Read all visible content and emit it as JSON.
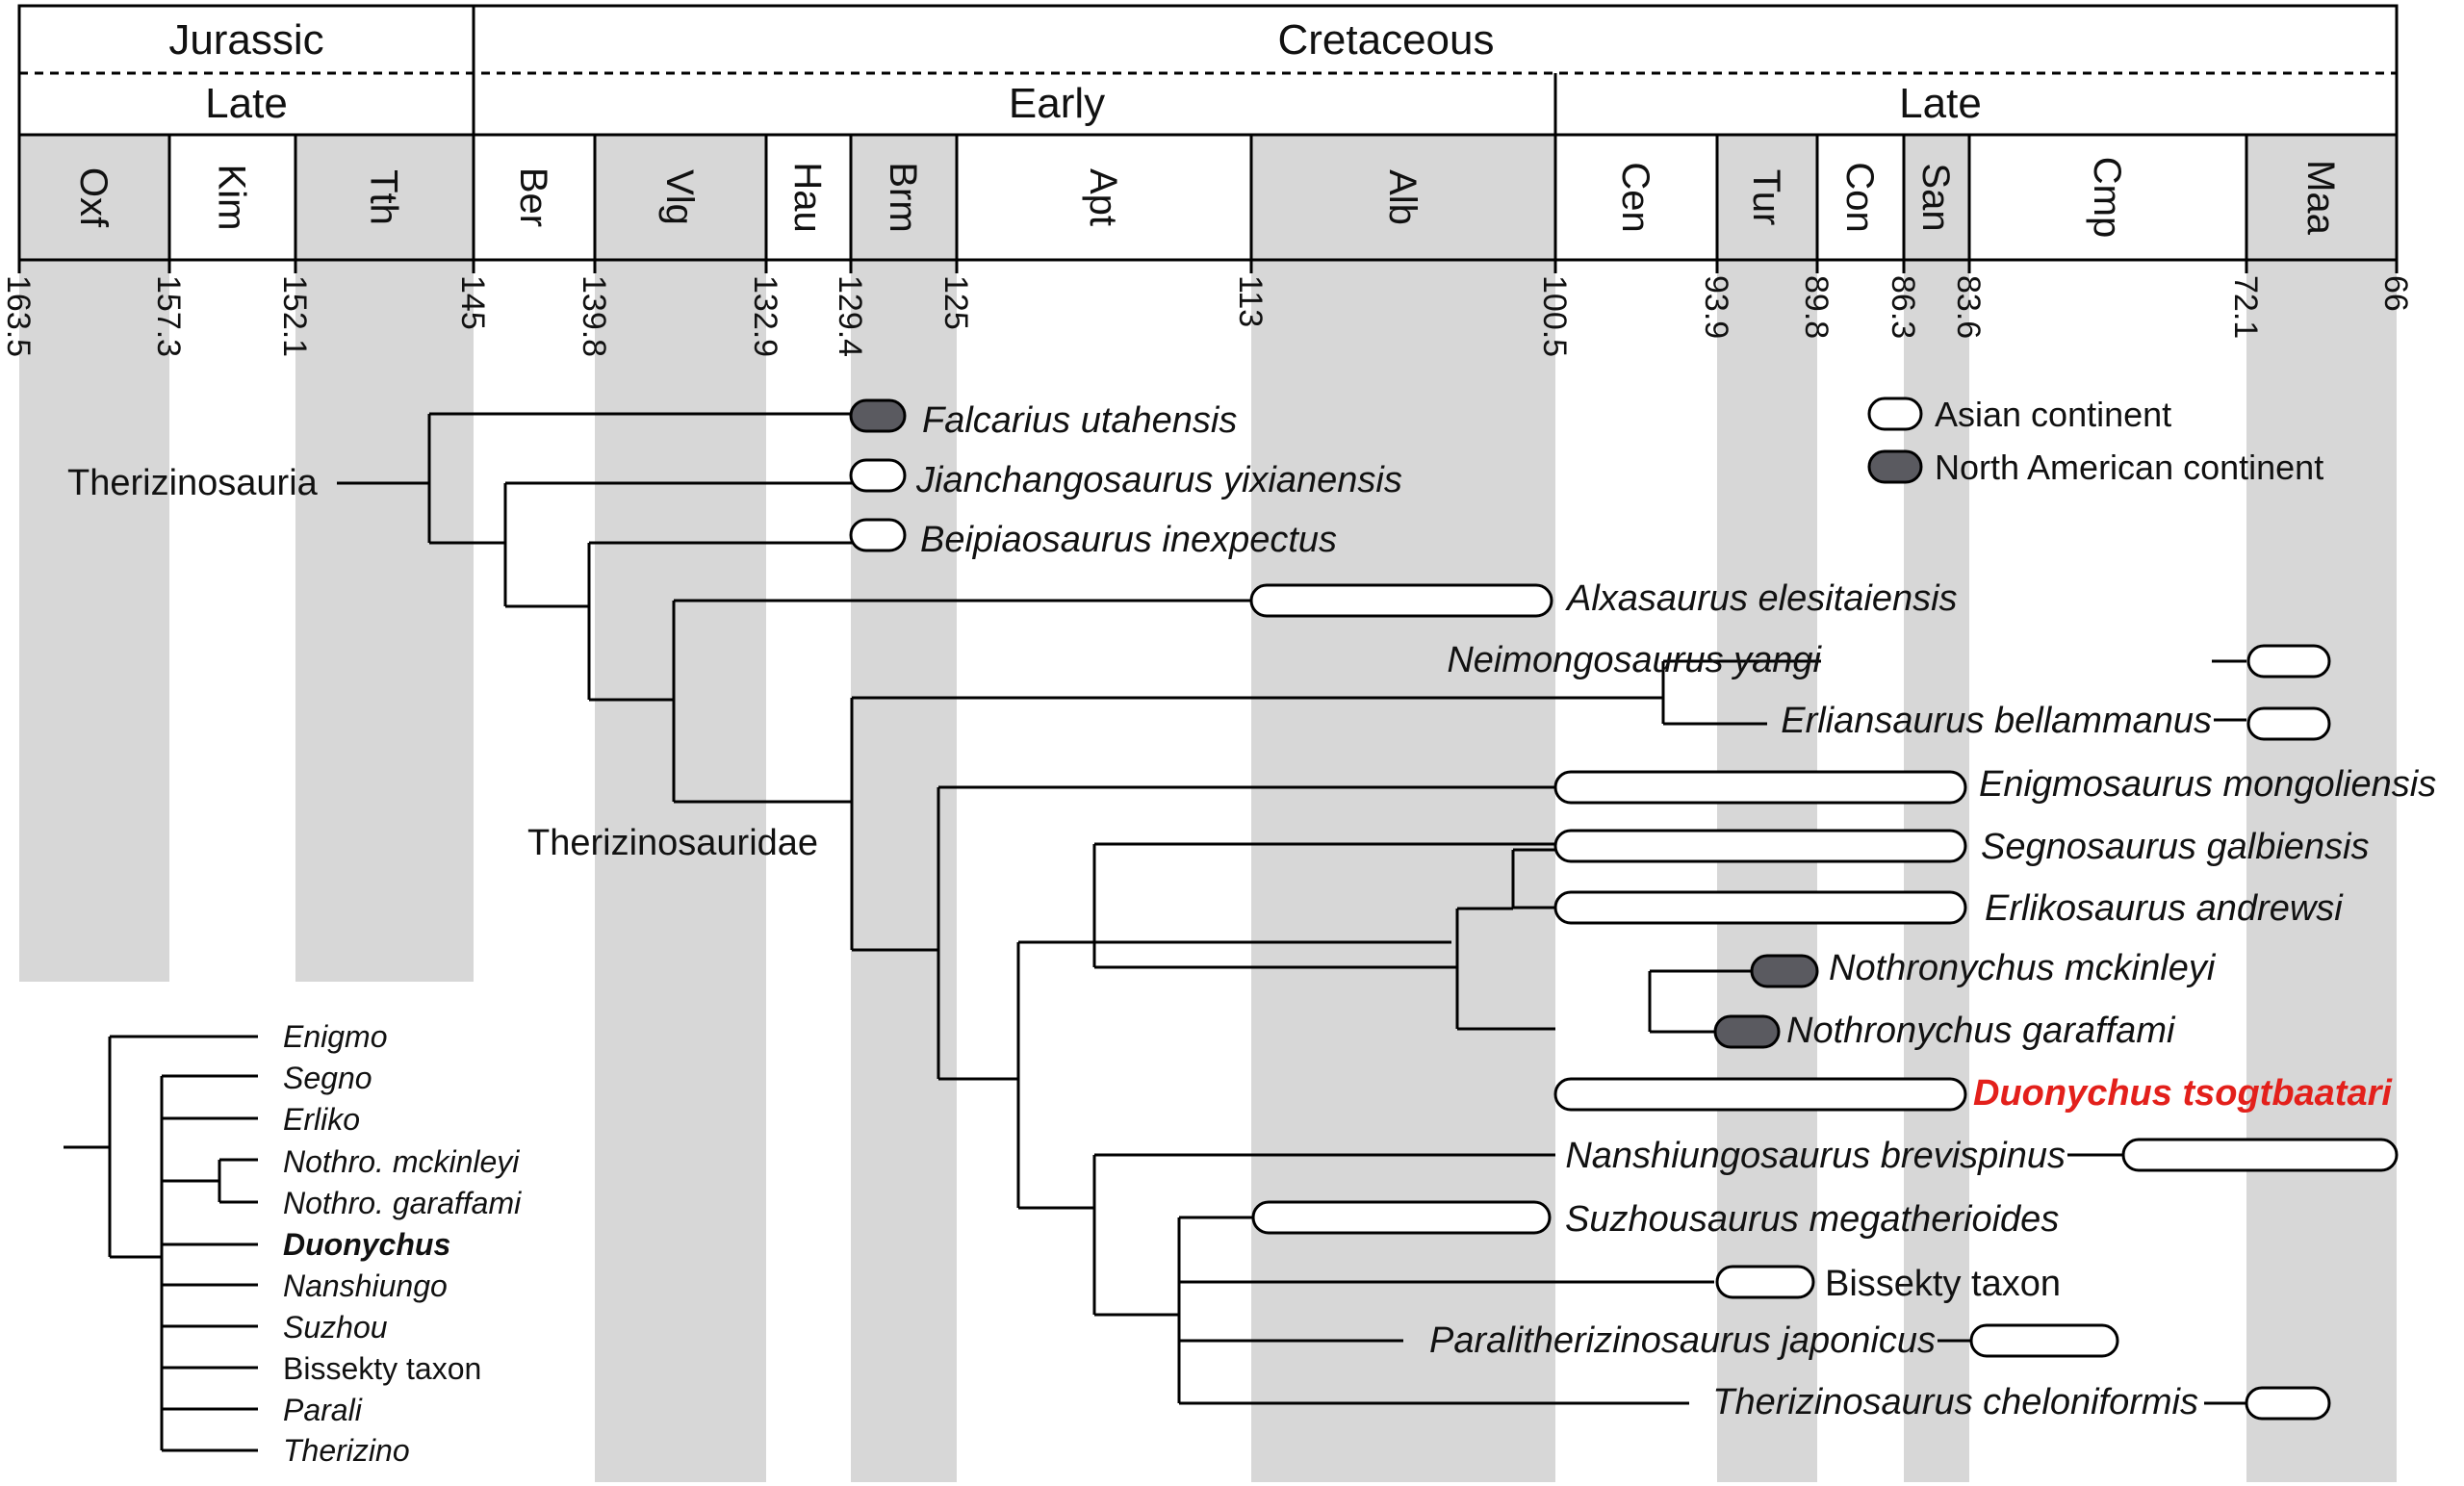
{
  "colors": {
    "asia_fill": "#ffffff",
    "north_america_fill": "#5a5a60",
    "band_gray": "#d7d7d7",
    "highlight_red": "#e3201b"
  },
  "header": {
    "periods": [
      "Jurassic",
      "Cretaceous"
    ],
    "epochs": [
      "Late",
      "Early",
      "Late"
    ],
    "stages": [
      {
        "label": "Oxf",
        "shaded": true
      },
      {
        "label": "Kim",
        "shaded": false
      },
      {
        "label": "Tth",
        "shaded": true
      },
      {
        "label": "Ber",
        "shaded": false
      },
      {
        "label": "Vlg",
        "shaded": true
      },
      {
        "label": "Hau",
        "shaded": false
      },
      {
        "label": "Brm",
        "shaded": true
      },
      {
        "label": "Apt",
        "shaded": false
      },
      {
        "label": "Alb",
        "shaded": true
      },
      {
        "label": "Cen",
        "shaded": false
      },
      {
        "label": "Tur",
        "shaded": true
      },
      {
        "label": "Con",
        "shaded": false
      },
      {
        "label": "San",
        "shaded": true
      },
      {
        "label": "Cmp",
        "shaded": false
      },
      {
        "label": "Maa",
        "shaded": true
      }
    ],
    "ages": [
      "163.5",
      "157.3",
      "152.1",
      "145",
      "139.8",
      "132.9",
      "129.4",
      "125",
      "113",
      "100.5",
      "93.9",
      "89.8",
      "86.3",
      "83.6",
      "72.1",
      "66"
    ]
  },
  "legend": {
    "asia": "Asian continent",
    "north_america": "North American continent"
  },
  "clades": {
    "therizinosauria": "Therizinosauria",
    "therizinosauridae": "Therizinosauridae"
  },
  "taxa": [
    {
      "name": "Falcarius utahensis",
      "continent": "north_america"
    },
    {
      "name": "Jianchangosaurus yixianensis",
      "continent": "asia"
    },
    {
      "name": "Beipiaosaurus inexpectus",
      "continent": "asia"
    },
    {
      "name": "Alxasaurus elesitaiensis",
      "continent": "asia"
    },
    {
      "name": "Neimongosaurus yangi",
      "continent": "asia"
    },
    {
      "name": "Erliansaurus bellammanus",
      "continent": "asia"
    },
    {
      "name": "Enigmosaurus mongoliensis",
      "continent": "asia"
    },
    {
      "name": "Segnosaurus galbiensis",
      "continent": "asia"
    },
    {
      "name": "Erlikosaurus andrewsi",
      "continent": "asia"
    },
    {
      "name": "Nothronychus mckinleyi",
      "continent": "north_america"
    },
    {
      "name": "Nothronychus garaffami",
      "continent": "north_america"
    },
    {
      "name": "Duonychus tsogtbaatari",
      "continent": "asia"
    },
    {
      "name": "Nanshiungosaurus brevispinus",
      "continent": "asia"
    },
    {
      "name": "Suzhousaurus megatherioides",
      "continent": "asia"
    },
    {
      "name": "Bissekty taxon",
      "continent": "asia"
    },
    {
      "name": "Paralitherizinosaurus japonicus",
      "continent": "asia"
    },
    {
      "name": "Therizinosaurus cheloniformis",
      "continent": "asia"
    }
  ],
  "inset": {
    "labels": [
      "Enigmo",
      "Segno",
      "Erliko",
      "Nothro. mckinleyi",
      "Nothro. garaffami",
      "Duonychus",
      "Nanshiungo",
      "Suzhou",
      "Bissekty taxon",
      "Parali",
      "Therizino"
    ]
  }
}
